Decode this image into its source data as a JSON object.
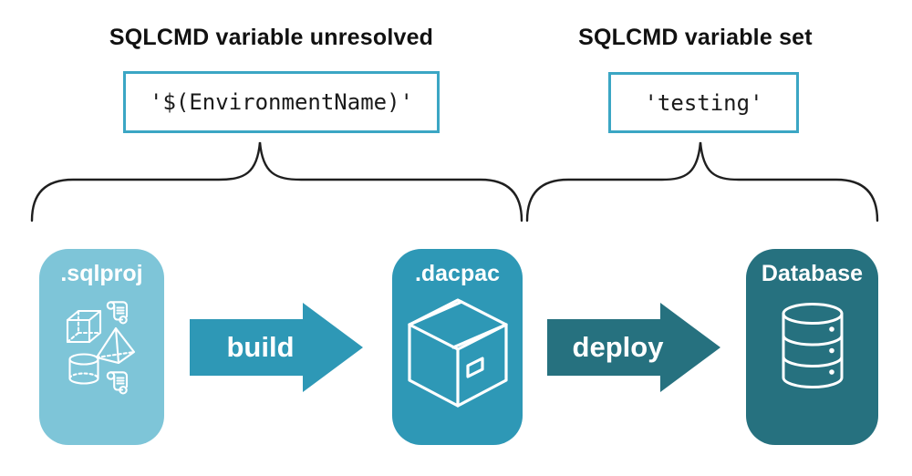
{
  "diagram": {
    "left_annotation": {
      "heading": "SQLCMD variable unresolved",
      "code": "'$(EnvironmentName)'"
    },
    "right_annotation": {
      "heading": "SQLCMD variable set",
      "code": "'testing'"
    },
    "nodes": [
      {
        "id": "sqlproj",
        "label": ".sqlproj",
        "color": "#7EC5D8"
      },
      {
        "id": "dacpac",
        "label": ".dacpac",
        "color": "#2E98B6"
      },
      {
        "id": "database",
        "label": "Database",
        "color": "#26717F"
      }
    ],
    "arrows": [
      {
        "label": "build",
        "color": "#2E98B6"
      },
      {
        "label": "deploy",
        "color": "#26717F"
      }
    ],
    "icons": {
      "sqlproj": [
        "scroll-icon",
        "cube-icon",
        "pyramid-icon",
        "cylinder-icon",
        "scroll-icon"
      ],
      "dacpac": "package-icon",
      "database": "database-icon"
    },
    "colors": {
      "code_box_border": "#3BA6C4",
      "brace_stroke": "#1F1F1F",
      "icon_stroke": "#FFFFFF",
      "heading_text": "#111111",
      "background": "#FFFFFF"
    }
  }
}
